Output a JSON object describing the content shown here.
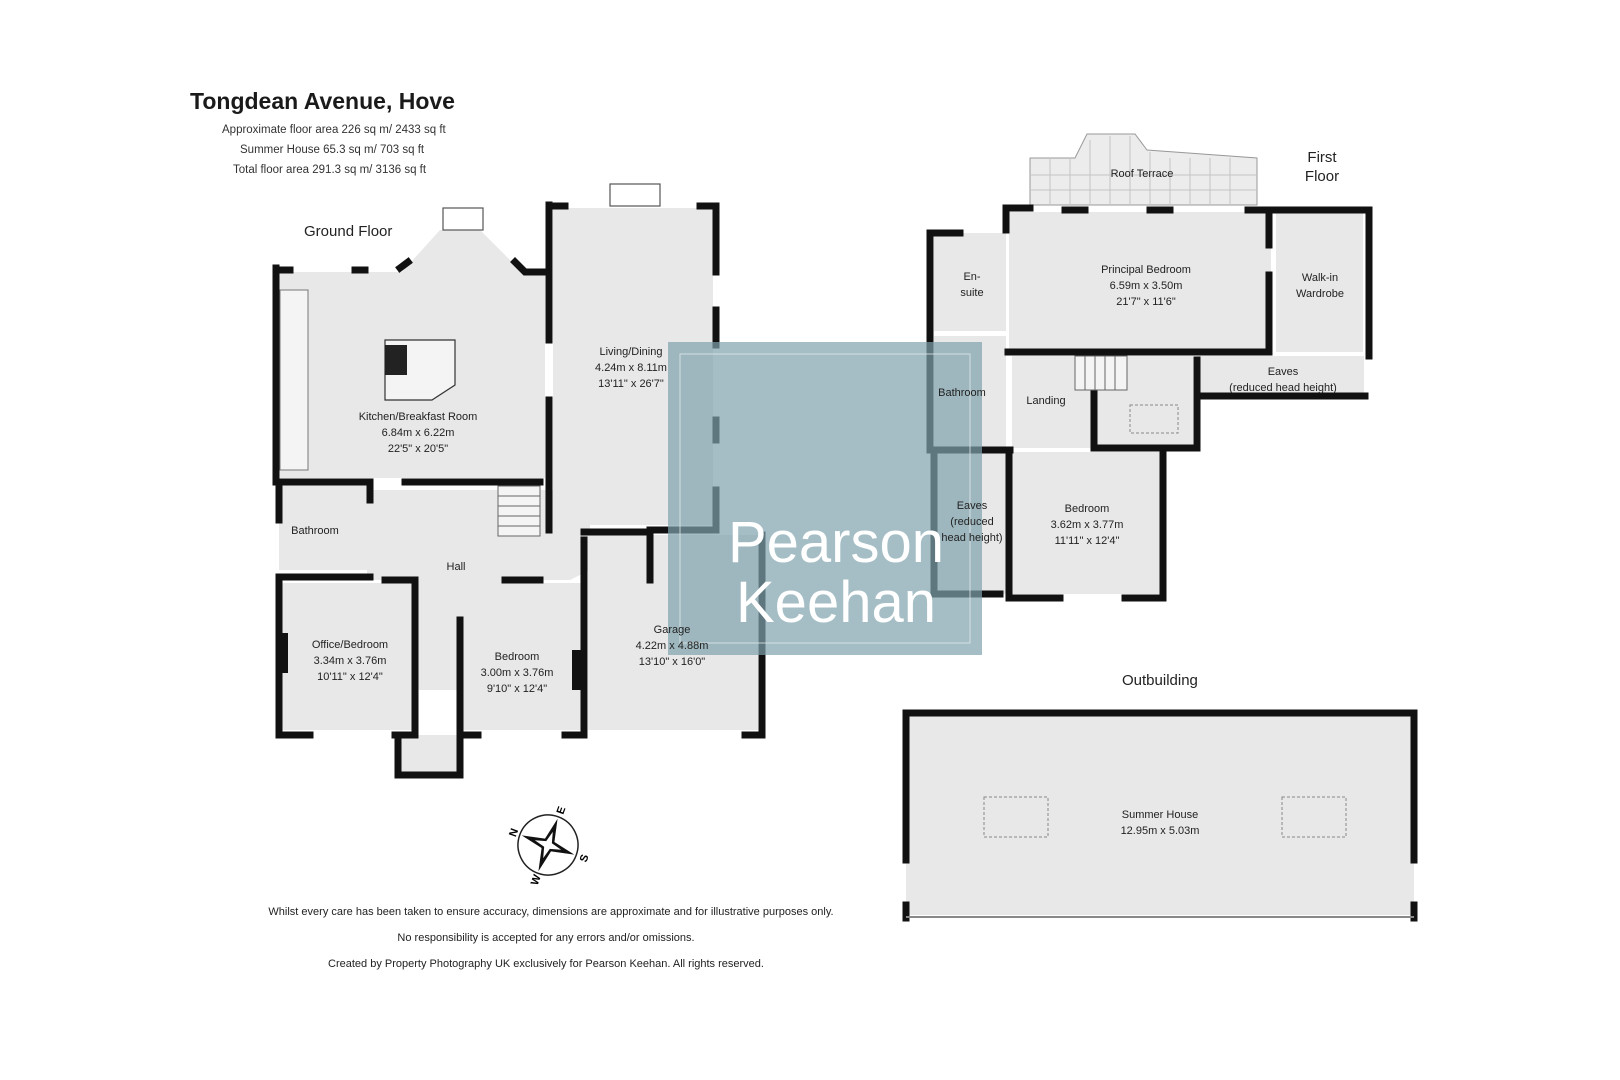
{
  "header": {
    "title": "Tongdean Avenue, Hove",
    "area_lines": [
      "Approximate floor area 226 sq m/ 2433 sq ft",
      "Summer House 65.3 sq m/ 703 sq ft",
      "Total floor area 291.3 sq m/ 3136 sq ft"
    ]
  },
  "floors": {
    "ground": "Ground Floor",
    "first_line1": "First",
    "first_line2": "Floor",
    "outbuilding": "Outbuilding"
  },
  "rooms": {
    "kitchen": {
      "name": "Kitchen/Breakfast Room",
      "metric": "6.84m x 6.22m",
      "imperial": "22'5\" x 20'5\""
    },
    "living": {
      "name": "Living/Dining",
      "metric": "4.24m x 8.11m",
      "imperial": "13'11\" x 26'7\""
    },
    "bathroom_ground": {
      "name": "Bathroom"
    },
    "hall": {
      "name": "Hall"
    },
    "office": {
      "name": "Office/Bedroom",
      "metric": "3.34m x 3.76m",
      "imperial": "10'11\" x 12'4\""
    },
    "bedroom_ground": {
      "name": "Bedroom",
      "metric": "3.00m x 3.76m",
      "imperial": "9'10\" x 12'4\""
    },
    "garage": {
      "name": "Garage",
      "metric": "4.22m x 4.88m",
      "imperial": "13'10\" x 16'0\""
    },
    "roof_terrace": {
      "name": "Roof Terrace"
    },
    "principal": {
      "name": "Principal Bedroom",
      "metric": "6.59m x 3.50m",
      "imperial": "21'7\" x 11'6\""
    },
    "ensuite": {
      "line1": "En-",
      "line2": "suite"
    },
    "walkin": {
      "line1": "Walk-in",
      "line2": "Wardrobe"
    },
    "bathroom_first": {
      "name": "Bathroom"
    },
    "landing": {
      "name": "Landing"
    },
    "eaves_right": {
      "line1": "Eaves",
      "line2": "(reduced head height)"
    },
    "eaves_left": {
      "line1": "Eaves",
      "line2": "(reduced",
      "line3": "head height)"
    },
    "bedroom_first": {
      "name": "Bedroom",
      "metric": "3.62m x 3.77m",
      "imperial": "11'11\" x 12'4\""
    },
    "summer_house": {
      "name": "Summer House",
      "metric": "12.95m x 5.03m"
    }
  },
  "compass": {
    "n": "N",
    "e": "E",
    "s": "S",
    "w": "W"
  },
  "watermark": {
    "line1": "Pearson",
    "line2": "Keehan"
  },
  "disclaimer": [
    "Whilst every care has been taken to ensure accuracy, dimensions are approximate and for illustrative purposes only.",
    "No responsibility is accepted for any errors and/or omissions.",
    "Created by Property Photography UK exclusively for Pearson Keehan. All rights reserved."
  ],
  "colors": {
    "wall": "#111111",
    "floor_fill": "#e8e8e8",
    "watermark": "#7fa3ad"
  }
}
